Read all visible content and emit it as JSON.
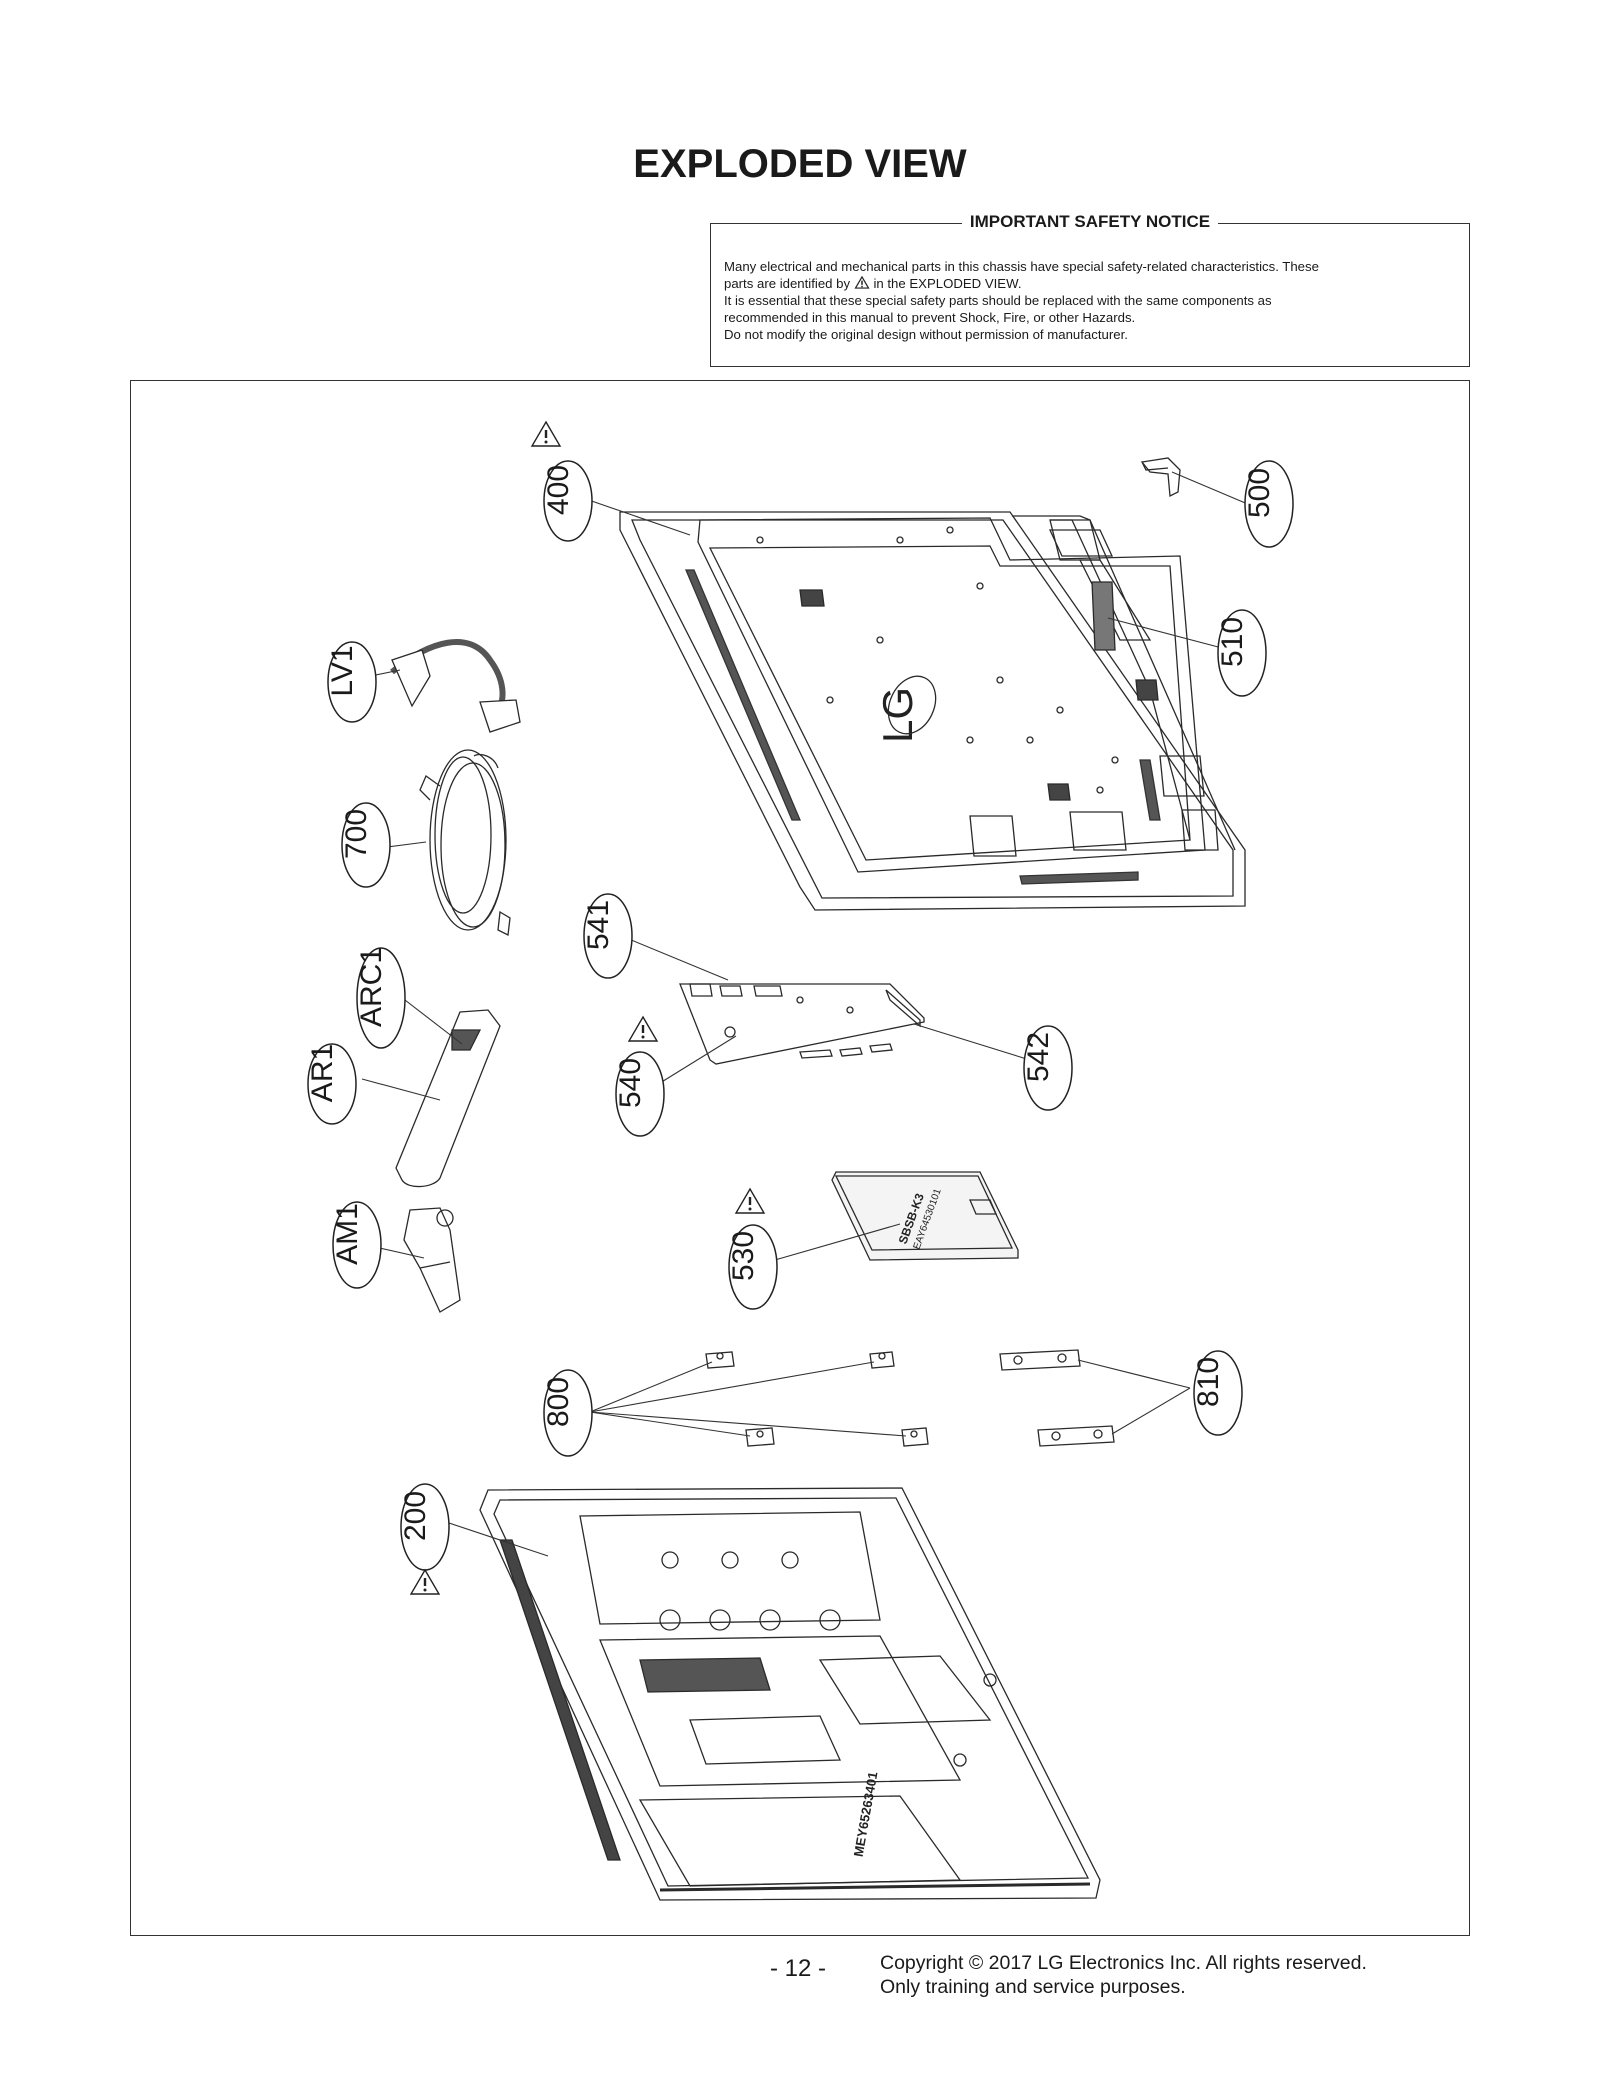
{
  "page": {
    "title": "EXPLODED VIEW"
  },
  "notice": {
    "heading": "IMPORTANT SAFETY NOTICE",
    "line1": "Many electrical and mechanical parts in this chassis have special safety-related characteristics. These",
    "line2_before": "parts are identified by",
    "line2_after": "in the EXPLODED VIEW.",
    "line3": "It is essential that these special safety parts should be replaced with the same components as",
    "line4": "recommended in this manual to prevent Shock, Fire, or other Hazards.",
    "line5": "Do not modify the original design without permission of manufacturer."
  },
  "parts": {
    "p400": "400",
    "p500": "500",
    "p510": "510",
    "lv1": "LV1",
    "p700": "700",
    "p541": "541",
    "arc1": "ARC1",
    "ar1": "AR1",
    "p540": "540",
    "p542": "542",
    "am1": "AM1",
    "p530": "530",
    "p800": "800",
    "p810": "810",
    "p200": "200"
  },
  "board_text": {
    "lg_logo": "LG",
    "module_label_1": "SBSB-K3",
    "module_label_2": "EAY64530101",
    "frame_label": "MEY65263401"
  },
  "footer": {
    "page_number": "- 12 -",
    "copyright": "Copyright © 2017 LG Electronics Inc. All rights reserved.",
    "purpose": "Only training and service purposes."
  }
}
